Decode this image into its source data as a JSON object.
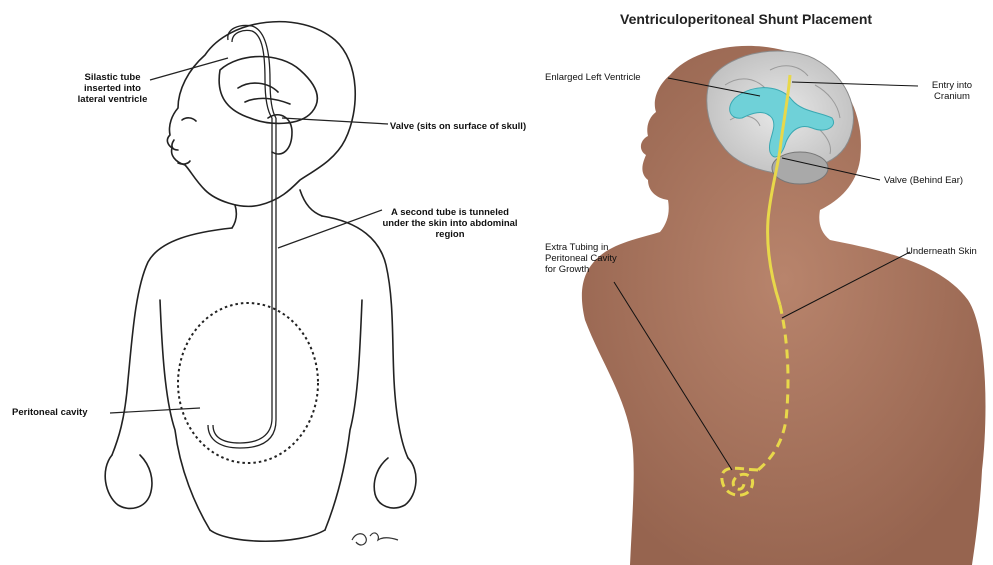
{
  "left": {
    "labels": {
      "tube": "Silastic tube inserted into lateral ventricle",
      "valve": "Valve (sits on surface of skull)",
      "second_tube": "A second tube is tunneled under the skin into abdominal region",
      "peritoneal": "Peritoneal cavity",
      "signature": "Oborn"
    }
  },
  "right": {
    "title": "Ventriculoperitoneal Shunt Placement",
    "labels": {
      "ventricle": "Enlarged Left Ventricle",
      "entry": "Entry into Cranium",
      "valve": "Valve (Behind Ear)",
      "skin": "Underneath Skin",
      "extra": "Extra Tubing in Peritoneal Cavity for Growth"
    }
  },
  "colors": {
    "skin": "#a87660",
    "brain": "#d8d8d8",
    "ventricle": "#6fd1d8",
    "tubing": "#e8d84a",
    "line_art": "#222222"
  }
}
